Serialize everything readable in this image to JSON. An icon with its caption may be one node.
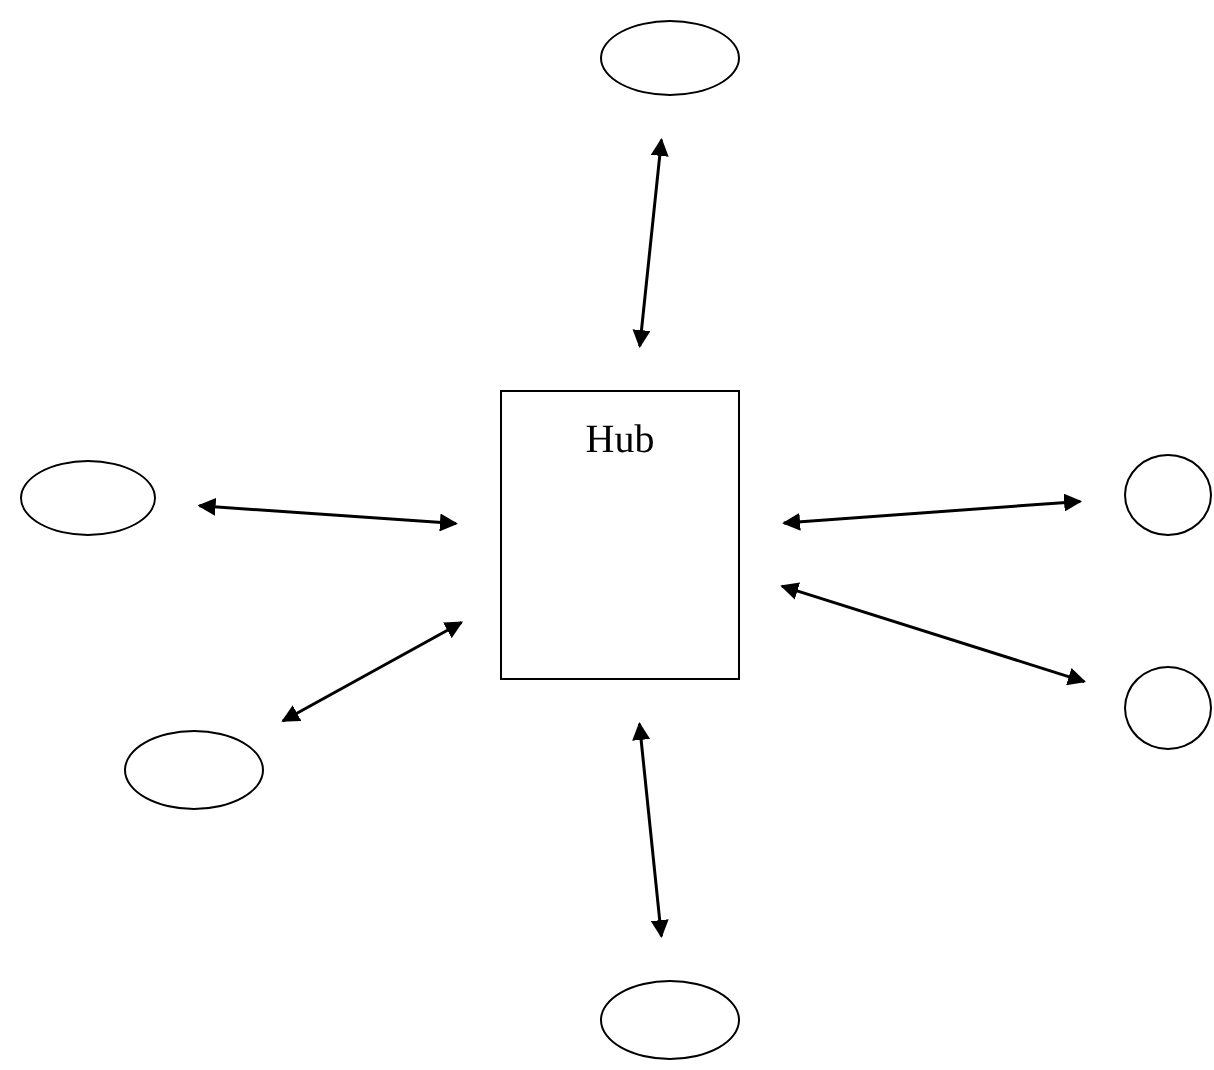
{
  "diagram": {
    "nodes": [
      {
        "text": [],
        "shape": "circle"
      },
      {
        "text": [],
        "shape": "circle"
      },
      {
        "text": [
          "Hub"
        ]
      },
      {
        "text": [],
        "shape": "circle"
      },
      {
        "text": [],
        "shape": "circle"
      },
      {
        "text": [],
        "shape": "circle"
      },
      {
        "text": [],
        "shape": "circle"
      }
    ],
    "edges": [
      {
        "from": 2,
        "to": 0,
        "arrow": "both"
      },
      {
        "from": 2,
        "to": 1,
        "arrow": "both"
      },
      {
        "from": 2,
        "to": 3,
        "arrow": "both"
      },
      {
        "from": 2,
        "to": 4,
        "arrow": "both"
      },
      {
        "from": 2,
        "to": 5,
        "arrow": "both"
      },
      {
        "from": 2,
        "to": 6,
        "arrow": "both"
      }
    ]
  }
}
